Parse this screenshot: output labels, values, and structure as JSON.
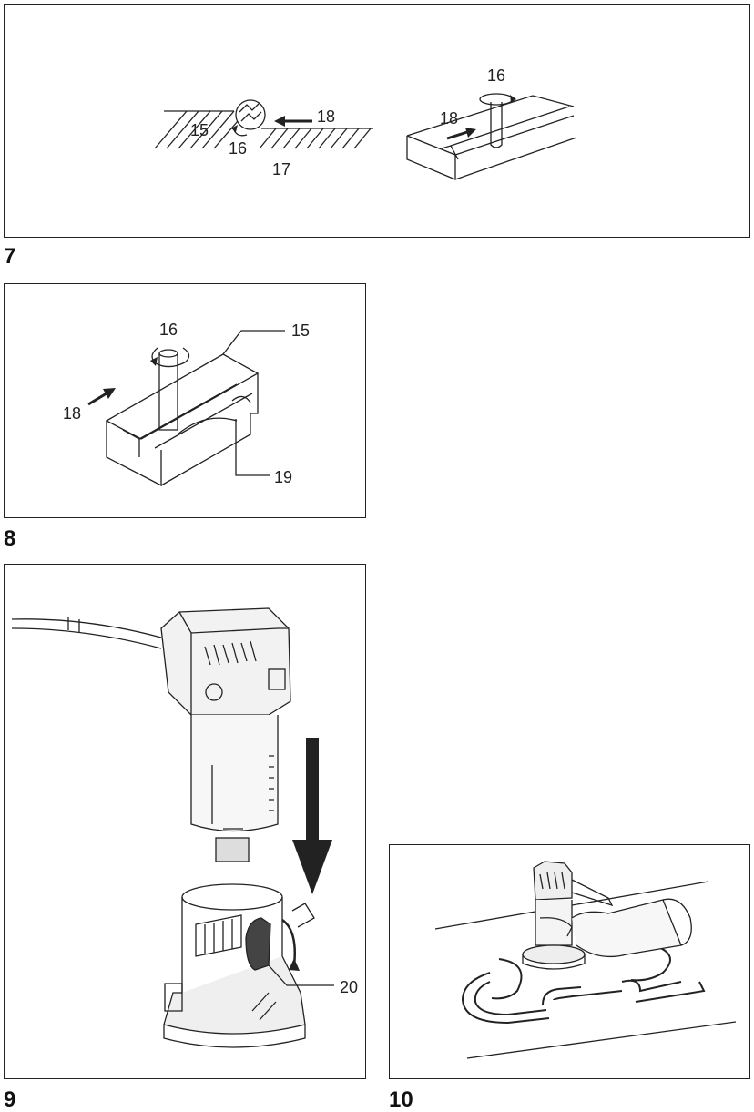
{
  "figures": [
    {
      "number": "7",
      "callouts": {
        "c15": "15",
        "c16a": "16",
        "c18a": "18",
        "c17": "17",
        "c16b": "16",
        "c18b": "18"
      }
    },
    {
      "number": "8",
      "callouts": {
        "c16": "16",
        "c15": "15",
        "c18": "18",
        "c19": "19"
      }
    },
    {
      "number": "9",
      "callouts": {
        "c20": "20"
      }
    },
    {
      "number": "10",
      "callouts": {}
    }
  ]
}
